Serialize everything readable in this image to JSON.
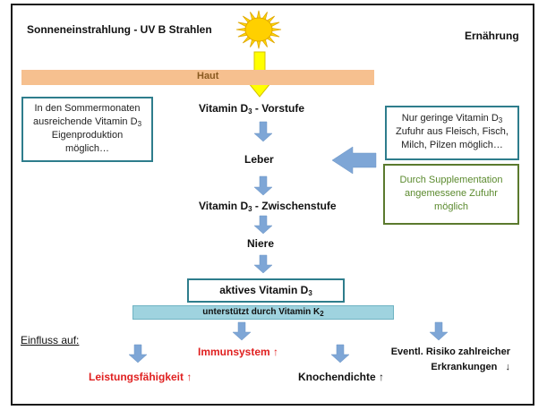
{
  "header": {
    "left_title": "Sonneneinstrahlung  - UV B Strahlen",
    "right_title": "Ernährung"
  },
  "skin_bar": {
    "label": "Haut",
    "color": "#f6c08f"
  },
  "flow": {
    "step1": {
      "text": "Vitamin D",
      "sub": "3",
      "suffix": " - Vorstufe"
    },
    "step2": {
      "text": "Leber"
    },
    "step3": {
      "text": "Vitamin D",
      "sub": "3",
      "suffix": " - Zwischenstufe"
    },
    "step4": {
      "text": "Niere"
    },
    "step5": {
      "text": "aktives Vitamin D",
      "sub": "3"
    }
  },
  "support_bar": {
    "text": "unterstützt durch Vitamin K",
    "sub": "2",
    "color": "#9fd3df"
  },
  "left_note": {
    "line1": "In den Sommermonaten",
    "line2": "ausreichende Vitamin D",
    "line2_sub": "3",
    "line3": "Eigenproduktion",
    "line4": "möglich…"
  },
  "right_note_blue": {
    "line1": "Nur geringe Vitamin D",
    "line1_sub": "3",
    "line2": "Zufuhr aus Fleisch, Fisch,",
    "line3": "Milch, Pilzen möglich…"
  },
  "right_note_green": {
    "line1": "Durch Supplementation",
    "line2": "angemessene Zufuhr",
    "line3": "möglich"
  },
  "influence": {
    "label": "Einfluss auf:",
    "items": [
      {
        "text": "Leistungsfähigkeit",
        "arrow": "↑",
        "color": "#e02020"
      },
      {
        "text": "Immunsystem",
        "arrow": "↑",
        "color": "#e02020"
      },
      {
        "text": "Knochendichte",
        "arrow": "↑",
        "color": "#111111"
      },
      {
        "text_line1": "Eventl. Risiko zahlreicher",
        "text_line2": "Erkrankungen",
        "arrow": "↓",
        "color": "#111111"
      }
    ]
  },
  "colors": {
    "arrow_blue": "#7ea6d6",
    "sun_yellow": "#ffd700",
    "sun_arrow": "#ffff00",
    "box_border_blue": "#2e7d8c",
    "box_border_green": "#5b7a2e"
  }
}
